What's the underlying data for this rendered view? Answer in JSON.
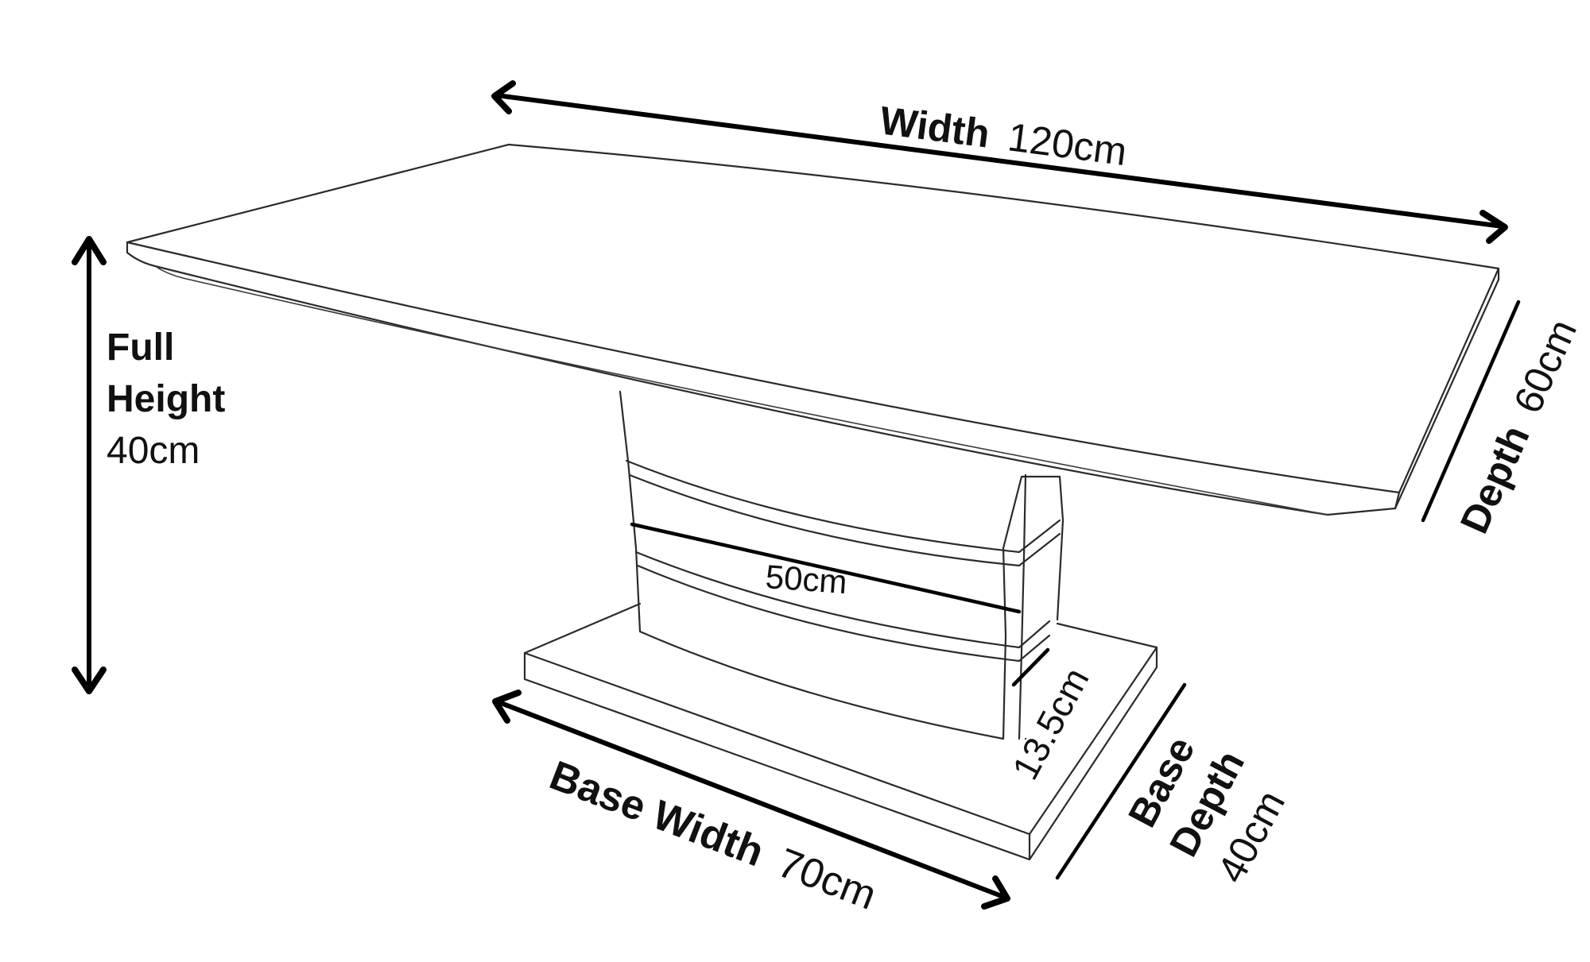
{
  "labels": {
    "width": {
      "name": "Width",
      "value": "120cm"
    },
    "full_height": {
      "line1": "Full",
      "line2": "Height",
      "value": "40cm"
    },
    "depth": {
      "name": "Depth",
      "value": "60cm"
    },
    "pedestal": {
      "value": "50cm"
    },
    "pedestal_height": {
      "value": "13.5cm"
    },
    "base_width": {
      "name": "Base Width",
      "value": "70cm"
    },
    "base_depth": {
      "line1": "Base",
      "line2": "Depth",
      "value": "40cm"
    }
  },
  "colors": {
    "ink": "#000000",
    "outline": "#2b2b2b",
    "background": "#ffffff"
  }
}
